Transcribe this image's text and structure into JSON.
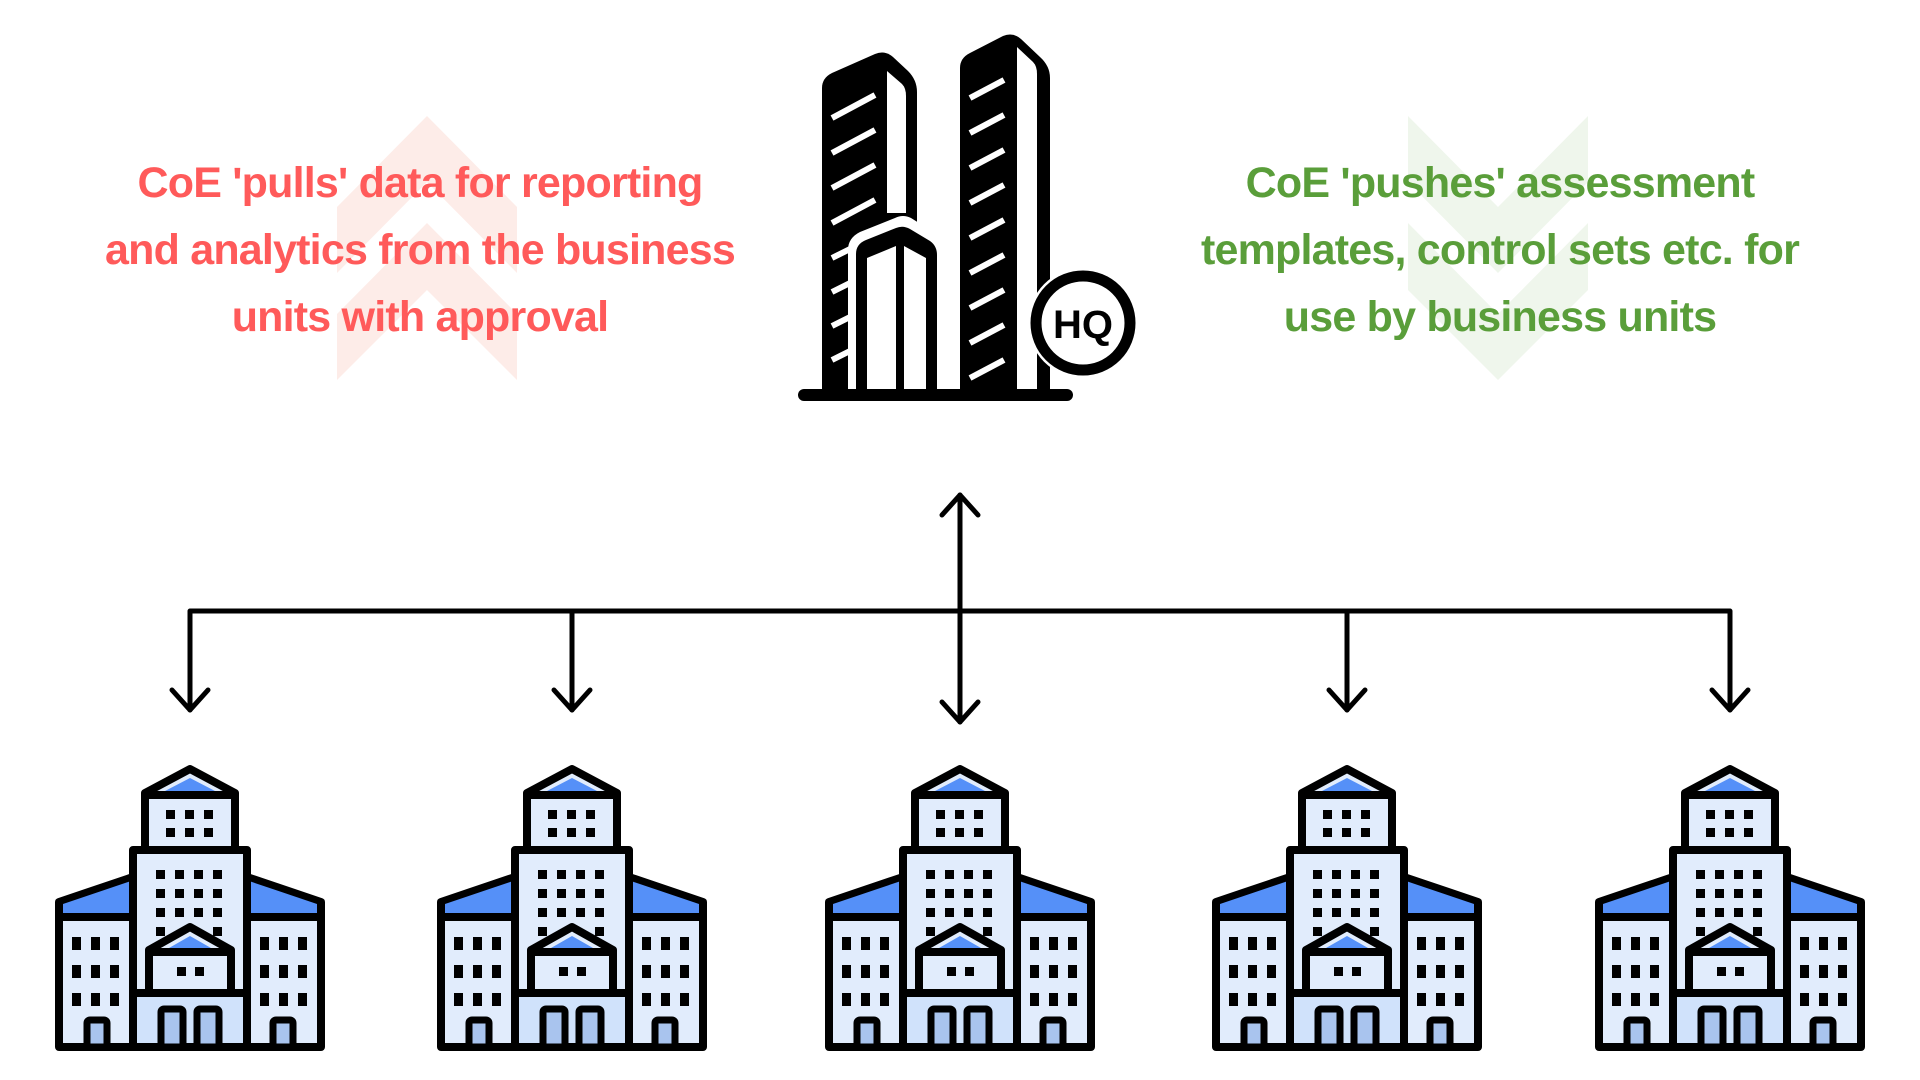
{
  "pull_caption": {
    "lines": [
      "CoE 'pulls' data for reporting",
      "and analytics from the business",
      "units with approval"
    ],
    "color": "#ff5a5a",
    "arrow_color": "#fdece8"
  },
  "push_caption": {
    "lines": [
      "CoE 'pushes' assessment",
      "templates, control sets etc. for",
      "use by business units"
    ],
    "color": "#5a9e3a",
    "arrow_color": "#eff6ec"
  },
  "hq": {
    "badge": "HQ"
  },
  "business_units": {
    "count": 5,
    "roof_color": "#5590f8",
    "wall_color": "#e1ecfc",
    "door_color": "#a9c4ee"
  }
}
